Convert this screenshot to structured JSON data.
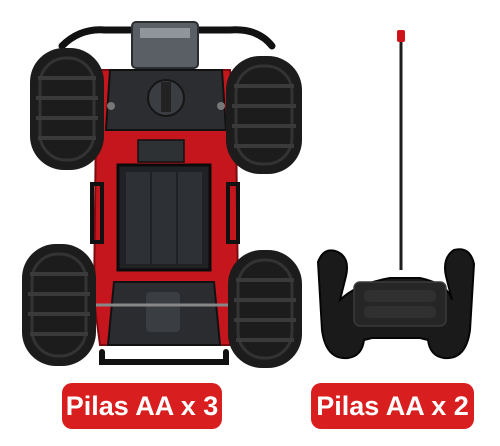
{
  "labels": {
    "car_batteries": "Pilas AA x 3",
    "remote_batteries": "Pilas AA x 2"
  },
  "colors": {
    "badge_background": "#d81e1e",
    "badge_text": "#ffffff",
    "car_body": "#c4161c",
    "tires": "#1c1c1c",
    "remote_body": "#1a1a1a",
    "antenna_tip": "#d0121b"
  },
  "illustration": {
    "car": "rc-monster-truck-bottom-view",
    "remote": "rc-remote-controller"
  }
}
